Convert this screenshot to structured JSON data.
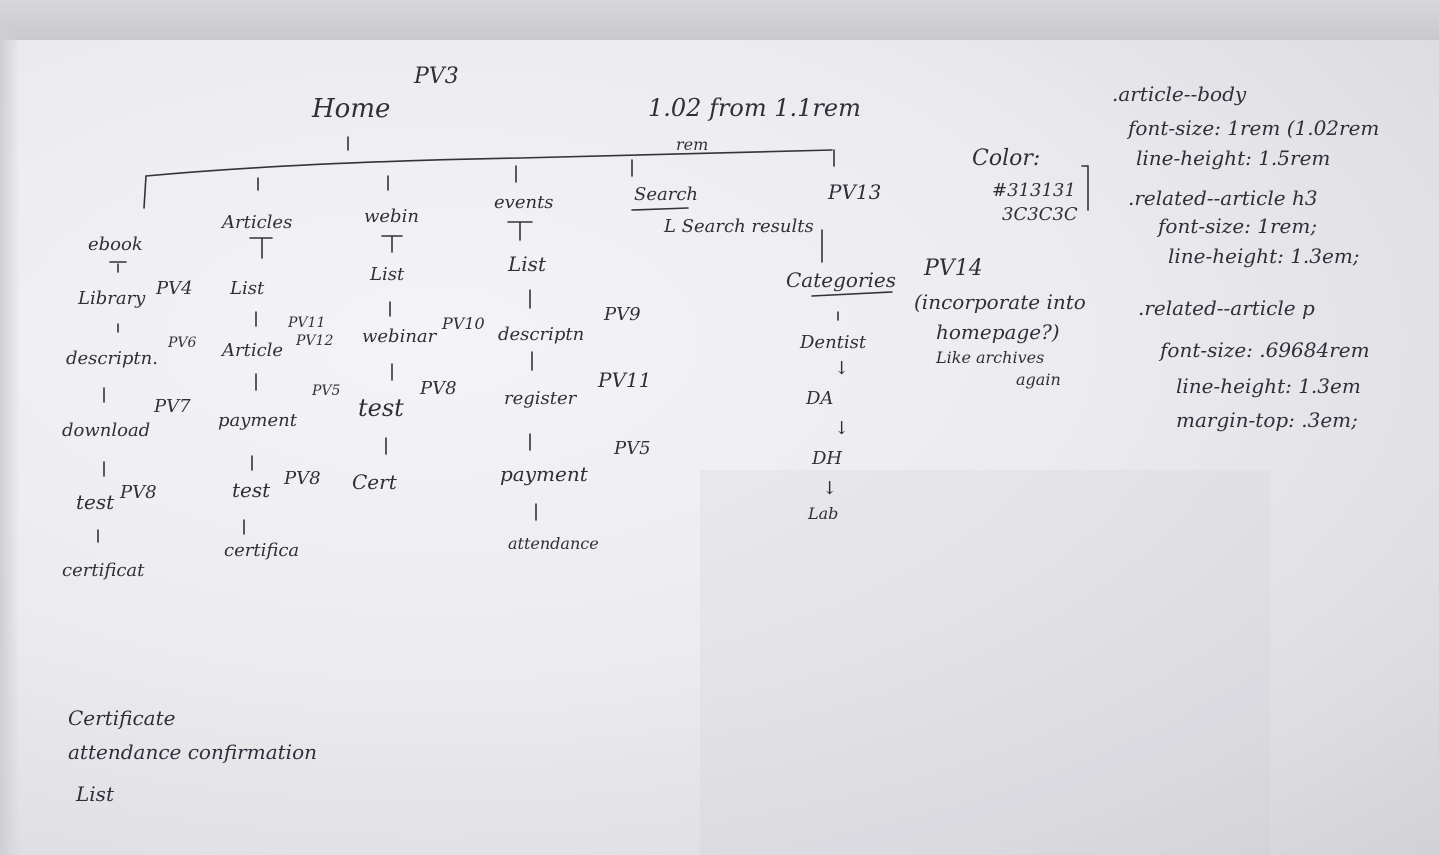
{
  "root": {
    "label": "Home",
    "pv": "PV3"
  },
  "top_note": {
    "line1": "1.02 from 1.1rem",
    "line2": "rem"
  },
  "branches": {
    "ebook": {
      "label": "ebook",
      "nodes": [
        {
          "label": "Library",
          "pv": "PV4"
        },
        {
          "label": "descriptn.",
          "pv": "PV6"
        },
        {
          "label": "download",
          "pv": "PV7"
        },
        {
          "label": "test",
          "pv": "PV8"
        },
        {
          "label": "certificat",
          "pv": ""
        }
      ]
    },
    "articles": {
      "label": "Articles",
      "nodes": [
        {
          "label": "List",
          "pv": ""
        },
        {
          "label": "Article",
          "pv": "PV11",
          "pv2": "PV12"
        },
        {
          "label": "payment",
          "pv": "PV5"
        },
        {
          "label": "test",
          "pv": "PV8"
        },
        {
          "label": "certifica",
          "pv": ""
        }
      ]
    },
    "webinar": {
      "label": "webin",
      "nodes": [
        {
          "label": "List",
          "pv": ""
        },
        {
          "label": "webinar",
          "pv": "PV10"
        },
        {
          "label": "test",
          "pv": "PV8"
        },
        {
          "label": "Cert",
          "pv": ""
        }
      ]
    },
    "events": {
      "label": "events",
      "nodes": [
        {
          "label": "List",
          "pv": ""
        },
        {
          "label": "descriptn",
          "pv": "PV9"
        },
        {
          "label": "register",
          "pv": "PV11"
        },
        {
          "label": "payment",
          "pv": "PV5"
        },
        {
          "label": "attendance",
          "pv": ""
        }
      ]
    },
    "search": {
      "label": "Search",
      "results": "L Search results",
      "pv": "PV13"
    },
    "categories": {
      "label": "Categories",
      "pv": "PV14",
      "nodes": [
        "Dentist",
        "DA",
        "DH",
        "Lab"
      ],
      "note": [
        "(incorporate into",
        "homepage?)",
        "Like archives",
        "again"
      ]
    }
  },
  "color_note": {
    "label": "Color:",
    "values": [
      "#313131",
      "3C3C3C"
    ]
  },
  "css_notes": [
    ".article--body",
    "font-size: 1rem (1.02rem",
    "line-height: 1.5rem",
    ".related--article h3",
    "font-size: 1rem;",
    "line-height: 1.3em;",
    ".related--article p",
    "font-size: .69684rem",
    "line-height: 1.3em",
    "margin-top: .3em;"
  ],
  "bottom_notes": [
    "Certificate",
    "attendance confirmation",
    "List"
  ]
}
